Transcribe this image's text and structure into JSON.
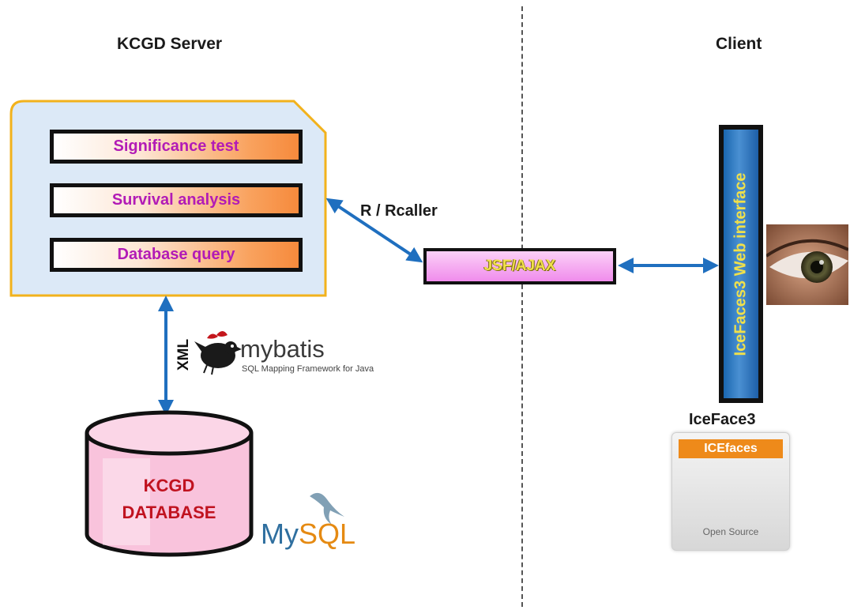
{
  "server": {
    "heading": "KCGD Server",
    "modules": [
      "Significance test",
      "Survival analysis",
      "Database query"
    ]
  },
  "client": {
    "heading": "Client",
    "web_interface": "IceFaces3 Web interface",
    "framework_label": "IceFace3"
  },
  "middleware": {
    "box_label": "JSF/AJAX",
    "r_link_label": "R / Rcaller"
  },
  "database": {
    "link_label": "XML",
    "orm_name": "mybatis",
    "orm_tagline": "SQL Mapping Framework for Java",
    "db_line1": "KCGD",
    "db_line2": "DATABASE",
    "db_engine_a": "My",
    "db_engine_b": "SQL"
  },
  "icefaces_logo": {
    "top_text": "ICEfaces",
    "bottom_text": "Open Source"
  },
  "colors": {
    "panel_border": "#f2b21c",
    "panel_fill": "#dce9f7",
    "module_text": "#b21bb6",
    "arrow": "#1f6fbf",
    "db_fill": "#f9c3dc",
    "db_text": "#c0121f",
    "jsf_fill": "#f08cec",
    "ice_bar": "#2f7cc4",
    "ice_text": "#f0e04a"
  },
  "icons": {
    "mybatis_logo": "bird-icon",
    "mysql_logo": "dolphin-icon",
    "eye_photo": "eye-image",
    "icefaces_logo": "icefaces-masks-icon"
  }
}
